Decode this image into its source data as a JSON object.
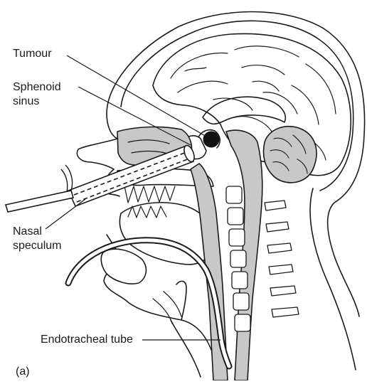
{
  "labels": {
    "tumour": "Tumour",
    "sphenoid_line1": "Sphenoid",
    "sphenoid_line2": "sinus",
    "nasal_line1": "Nasal",
    "nasal_line2": "speculum",
    "endotracheal": "Endotracheal tube",
    "panel": "(a)"
  },
  "colors": {
    "ink": "#1a1a1a",
    "shade": "#c8c8c8",
    "dark_shade": "#9a9a9a",
    "tumour": "#111111",
    "paper": "#ffffff"
  }
}
